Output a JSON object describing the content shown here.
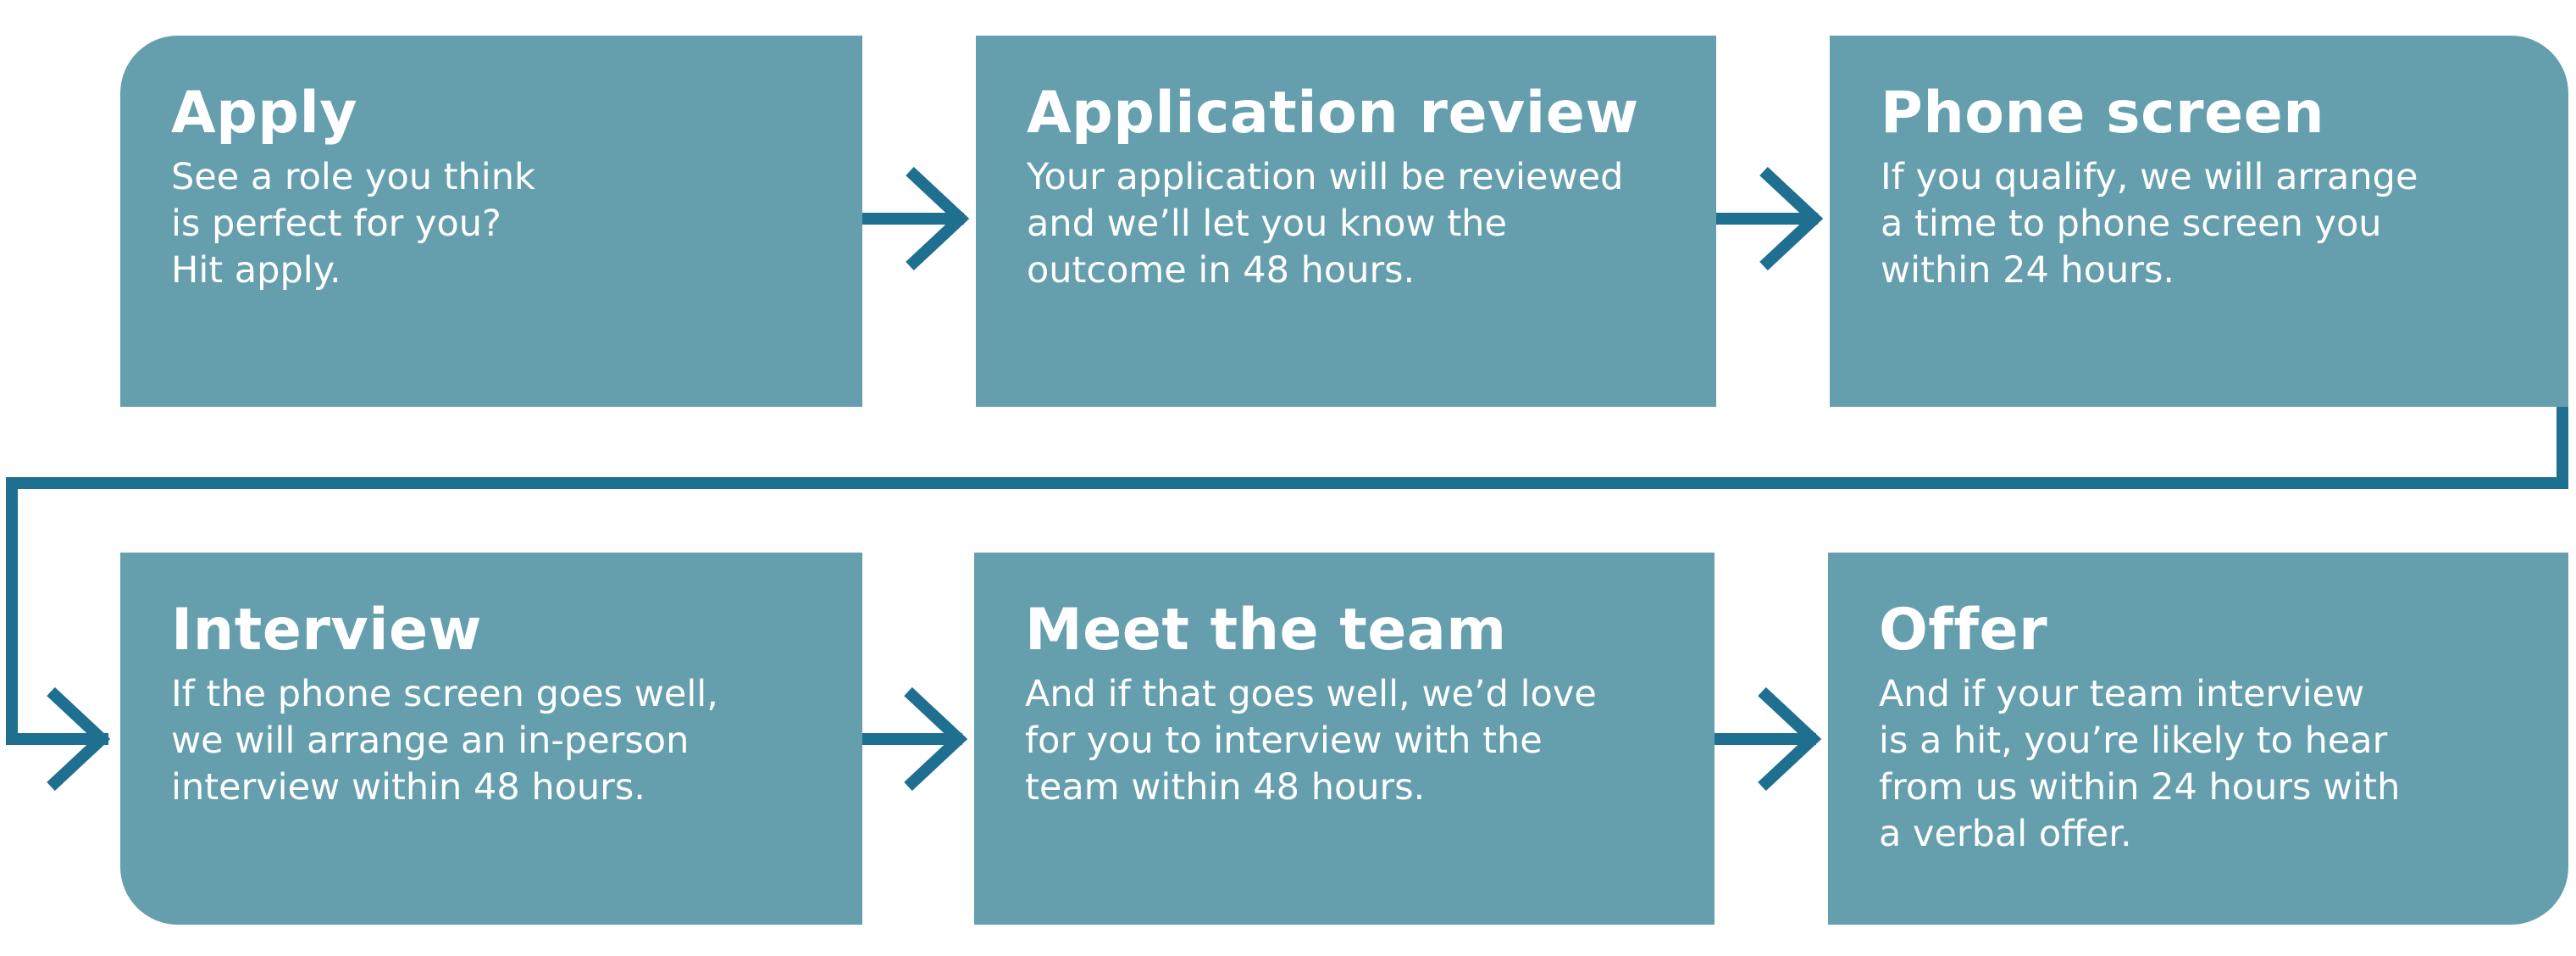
{
  "colors": {
    "box_fill": "#659fae",
    "connector": "#1f6f91",
    "text": "#ffffff"
  },
  "steps": [
    {
      "title": "Apply",
      "lines": [
        "See a role you think",
        "is perfect for you?",
        "Hit apply."
      ]
    },
    {
      "title": "Application review",
      "lines": [
        "Your application will be reviewed",
        "and we’ll let you know the",
        "outcome in 48 hours."
      ]
    },
    {
      "title": "Phone screen",
      "lines": [
        "If you qualify, we will arrange",
        "a time to phone screen you",
        "within 24 hours."
      ]
    },
    {
      "title": "Interview",
      "lines": [
        "If the phone screen goes well,",
        "we will arrange an in-person",
        "interview within 48 hours."
      ]
    },
    {
      "title": "Meet the team",
      "lines": [
        "And if that goes well, we’d love",
        "for you to interview with the",
        "team within 48 hours."
      ]
    },
    {
      "title": "Offer",
      "lines": [
        "And if your team interview",
        "is a hit, you’re likely to hear",
        "from us within 24 hours with",
        "a verbal offer."
      ]
    }
  ],
  "connectors": [
    {
      "from": "Apply",
      "to": "Application review"
    },
    {
      "from": "Application review",
      "to": "Phone screen"
    },
    {
      "from": "Phone screen",
      "to": "Interview"
    },
    {
      "from": "Interview",
      "to": "Meet the team"
    },
    {
      "from": "Meet the team",
      "to": "Offer"
    }
  ]
}
